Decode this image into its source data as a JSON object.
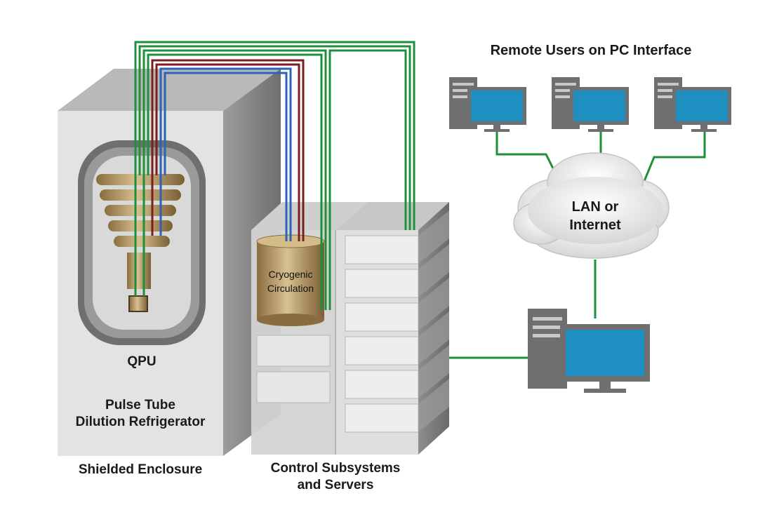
{
  "labels": {
    "remote_users": "Remote Users on PC Interface",
    "lan_line1": "LAN or",
    "lan_line2": "Internet",
    "cryo_line1": "Cryogenic",
    "cryo_line2": "Circulation",
    "qpu": "QPU",
    "fridge_line1": "Pulse Tube",
    "fridge_line2": "Dilution Refrigerator",
    "shielded": "Shielded Enclosure",
    "control_line1": "Control Subsystems",
    "control_line2": "and Servers"
  },
  "colors": {
    "network_line": "#1f8f3c",
    "coax_red": "#7a1f1f",
    "coax_blue": "#2c63b5",
    "monitor_screen": "#1f8fc1",
    "brass": "#b59a6b"
  },
  "icons": {
    "computer": "desktop-computer-icon",
    "cloud": "cloud-icon"
  }
}
